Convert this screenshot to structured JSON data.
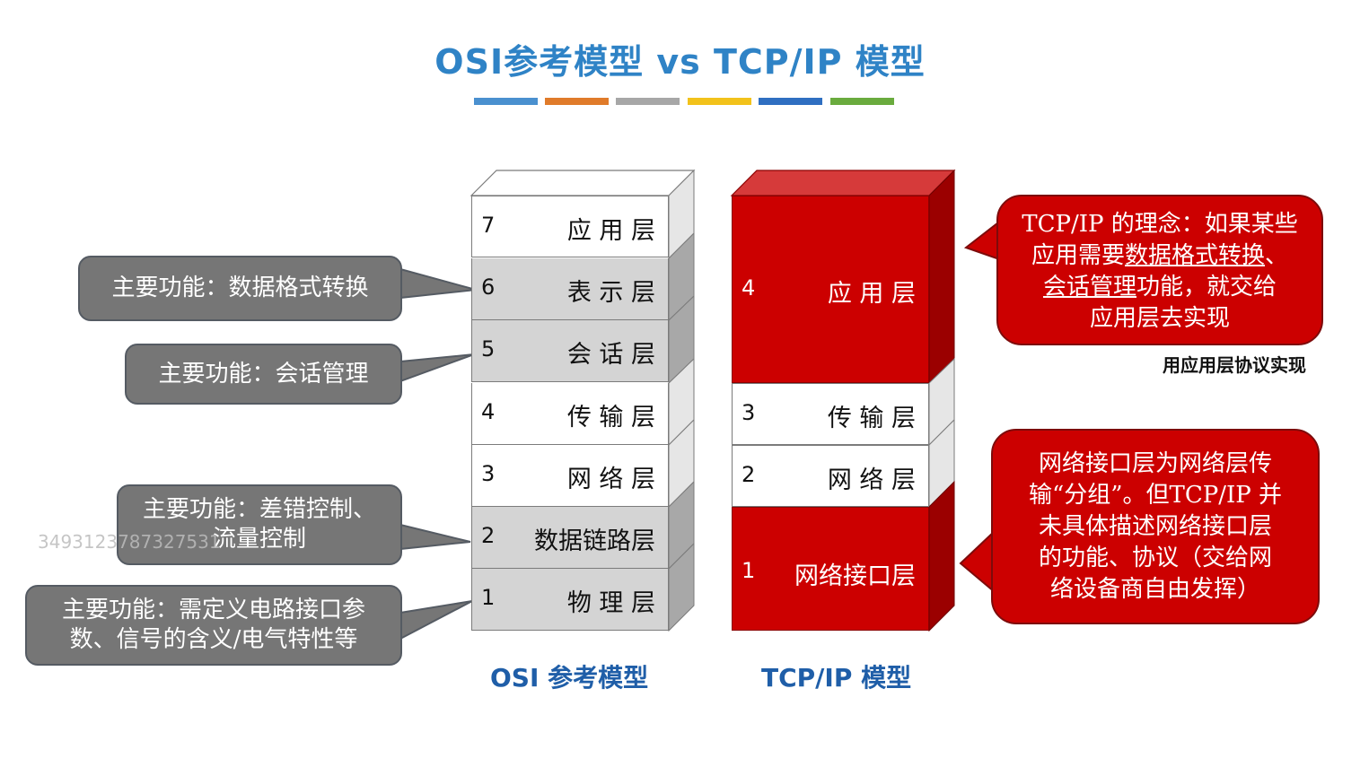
{
  "title": "OSI参考模型 vs TCP/IP 模型",
  "title_bar_colors": [
    "#4a90cf",
    "#e07b2a",
    "#a7a7a7",
    "#f2c21b",
    "#2f6fc1",
    "#6aab3e"
  ],
  "osi": {
    "caption": "OSI 参考模型",
    "layers": [
      {
        "num": "7",
        "name": "应 用 层",
        "tone": "white"
      },
      {
        "num": "6",
        "name": "表 示 层",
        "tone": "gray"
      },
      {
        "num": "5",
        "name": "会 话 层",
        "tone": "gray"
      },
      {
        "num": "4",
        "name": "传 输 层",
        "tone": "white"
      },
      {
        "num": "3",
        "name": "网 络 层",
        "tone": "white"
      },
      {
        "num": "2",
        "name": "数据链路层",
        "tone": "gray"
      },
      {
        "num": "1",
        "name": "物 理 层",
        "tone": "gray"
      }
    ]
  },
  "tcp": {
    "caption": "TCP/IP 模型",
    "layers": [
      {
        "num": "4",
        "name": "应 用 层",
        "tone": "red"
      },
      {
        "num": "3",
        "name": "传 输 层",
        "tone": "white"
      },
      {
        "num": "2",
        "name": "网 络 层",
        "tone": "white"
      },
      {
        "num": "1",
        "name": "网络接口层",
        "tone": "red"
      }
    ]
  },
  "callouts": {
    "presentation": "主要功能：数据格式转换",
    "session": "主要功能：会话管理",
    "datalink_line1": "主要功能：差错控制、",
    "datalink_line2": "流量控制",
    "physical_line1": "主要功能：需定义电路接口参",
    "physical_line2": "数、信号的含义/电气特性等"
  },
  "right_callouts": {
    "app": {
      "l1": "TCP/IP 的理念：如果某些",
      "l2a": "应用需要",
      "l2b": "数据格式转换",
      "l2c": "、",
      "l3a": "会话管理",
      "l3b": "功能，就交给",
      "l4": "应用层去实现"
    },
    "net": {
      "l1": "网络接口层为网络层传",
      "l2": "输“分组”。但TCP/IP 并",
      "l3": "未具体描述网络接口层",
      "l4": "的功能、协议（交给网",
      "l5": "络设备商自由发挥）"
    }
  },
  "note": "用应用层协议实现",
  "watermark": "3493123787327531",
  "colors": {
    "title": "#2f83c6",
    "caption": "#1f5ea8",
    "red": "#cc0000",
    "callout_gray": "#767676"
  }
}
